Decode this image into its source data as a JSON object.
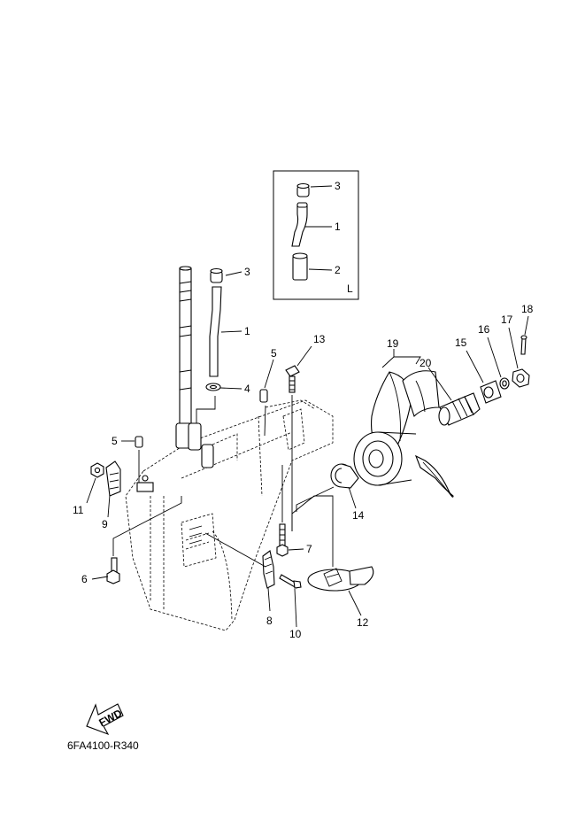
{
  "drawing_code": "6FA4100-R340",
  "fwd_label": "FWD",
  "inset_label": "L",
  "inset_callouts": [
    "3",
    "1",
    "2"
  ],
  "callouts": [
    "1",
    "3",
    "4",
    "5",
    "5",
    "6",
    "7",
    "8",
    "9",
    "10",
    "11",
    "12",
    "13",
    "14",
    "15",
    "16",
    "17",
    "18",
    "19",
    "20"
  ]
}
